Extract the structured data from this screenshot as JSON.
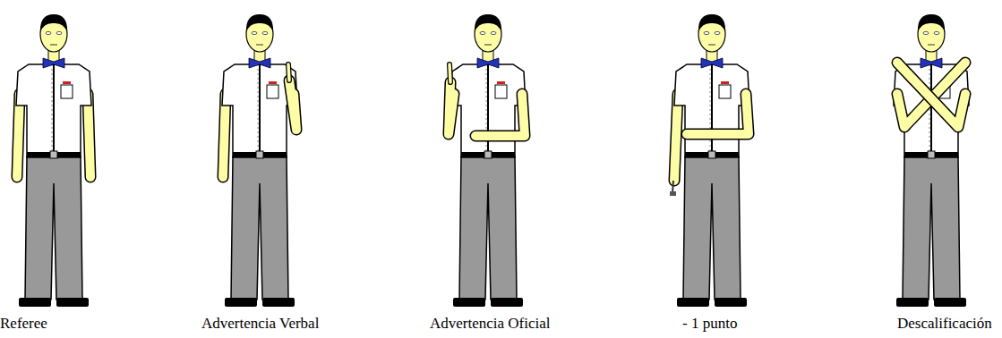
{
  "diagram": {
    "labels": [
      "Referee",
      "Advertencia Verbal",
      "Advertencia Oficial",
      "- 1 punto",
      "Descalificación"
    ]
  }
}
